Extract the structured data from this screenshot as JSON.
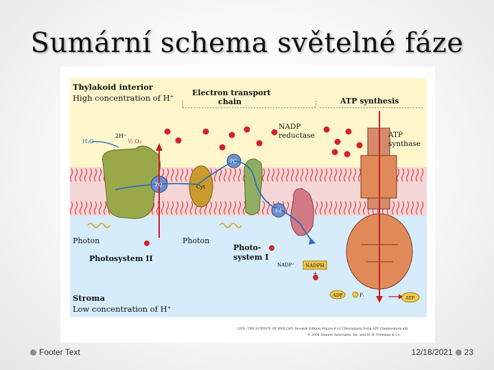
{
  "slide": {
    "title": "Sumární schema světelné fáze",
    "footer_text": "Footer Text",
    "date": "12/18/2021",
    "page_number": "23"
  },
  "figure": {
    "labels": {
      "thylakoid_interior": "Thylakoid interior",
      "high_concentration": "High concentration of H⁺",
      "electron_transport": "Electron transport",
      "chain": "chain",
      "atp_synthesis": "ATP synthesis",
      "nadp": "NADP",
      "reductase": "reductase",
      "atp": "ATP",
      "synthase": "synthase",
      "photon_left": "Photon",
      "photon_right": "Photon",
      "photosystem_ii": "Photosystem II",
      "photo": "Photo-",
      "system_i": "system I",
      "stroma": "Stroma",
      "low_concentration": "Low concentration of H⁺",
      "h2o": "H₂O",
      "two_h": "2H⁺",
      "half_o2": "½ O₂",
      "pq": "PQ",
      "cyt": "Cyt",
      "pc": "PC",
      "fd": "Fd",
      "nadph": "NADPH",
      "nadp_plus": "NADP⁺",
      "plus": "+",
      "adp": "ADP",
      "pi": "Pᵢ",
      "atp_small": "ATP",
      "credit_1": "LIFE: THE SCIENCE OF BIOLOGY, Seventh Edition, Figure 8.11 Chloroplasts Form ATP Chemiosmotically",
      "credit_2": "© 2004 Sinauer Associates, Inc. and W. H. Freeman & Co."
    },
    "colors": {
      "interior_bg": "#fff6cc",
      "stroma_bg": "#d6ecfa",
      "membrane": "#e8303a",
      "psii": "#9aa84a",
      "cyt": "#c99a2e",
      "psi": "#8fae62",
      "nadp_reductase": "#d27a86",
      "atp_synthase": "#e08a5a",
      "proton": "#d2232a",
      "electron": "#2a6fb8"
    }
  }
}
